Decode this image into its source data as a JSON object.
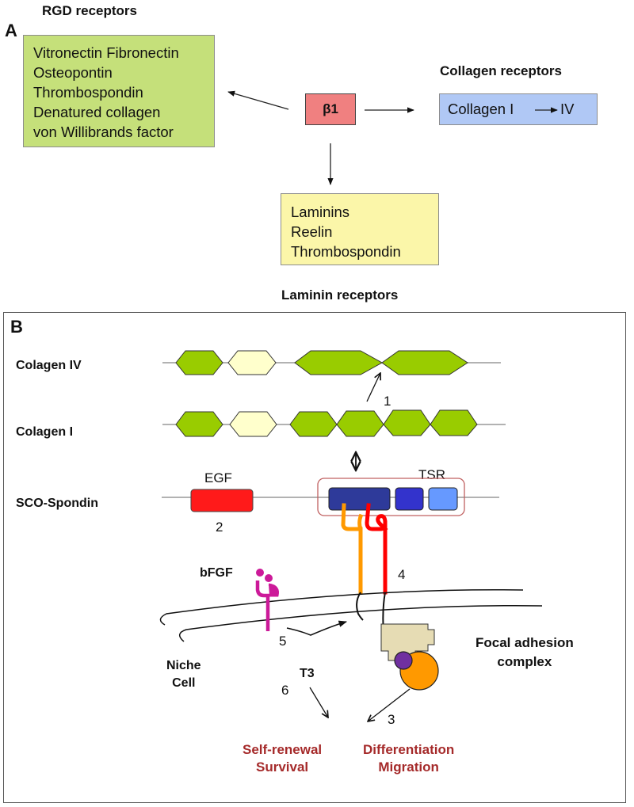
{
  "panel_a": {
    "letter": "A",
    "center_node": "β1",
    "rgd": {
      "heading": "RGD receptors",
      "items": [
        "Vitronectin Fibronectin",
        "Osteopontin",
        "Thrombospondin",
        "Denatured collagen",
        "von Willibrands factor"
      ],
      "color": "#c5e07a"
    },
    "collagen": {
      "heading": "Collagen receptors",
      "from": "Collagen I",
      "to": "IV",
      "color": "#b0c8f5"
    },
    "laminin": {
      "heading": "Laminin receptors",
      "items": [
        "Laminins",
        "Reelin",
        "Thrombospondin"
      ],
      "color": "#fbf6a9"
    },
    "center_color": "#f08080"
  },
  "panel_b": {
    "letter": "B",
    "rows": {
      "colagen_iv": "Colagen IV",
      "colagen_i": "Colagen I",
      "sco_spondin": "SCO-Spondin"
    },
    "domains": {
      "egf": "EGF",
      "tsr": "TSR"
    },
    "labels": {
      "bfgf": "bFGF",
      "niche_line1": "Niche",
      "niche_line2": "Cell",
      "t3": "T3",
      "focal_line1": "Focal adhesion",
      "focal_line2": "complex"
    },
    "steps": [
      "1",
      "2",
      "3",
      "4",
      "5",
      "6"
    ],
    "outcomes": {
      "left_line1": "Self-renewal",
      "left_line2": "Survival",
      "right_line1": "Differentiation",
      "right_line2": "Migration"
    },
    "colors": {
      "hex_green": "#99cc00",
      "hex_cream": "#ffffcc",
      "egf_red": "#ff1a1a",
      "tsr_dark": "#2e3a9a",
      "tsr_mid": "#3333cc",
      "tsr_light": "#6699ff",
      "integrin_orange": "#ff9900",
      "integrin_red": "#ff0000",
      "fgfr_magenta": "#cc1a99",
      "focal_tan": "#e6dcb4",
      "focal_orange": "#ff9900",
      "focal_purple": "#7030a0",
      "outcome_text": "#a52a2a"
    }
  }
}
